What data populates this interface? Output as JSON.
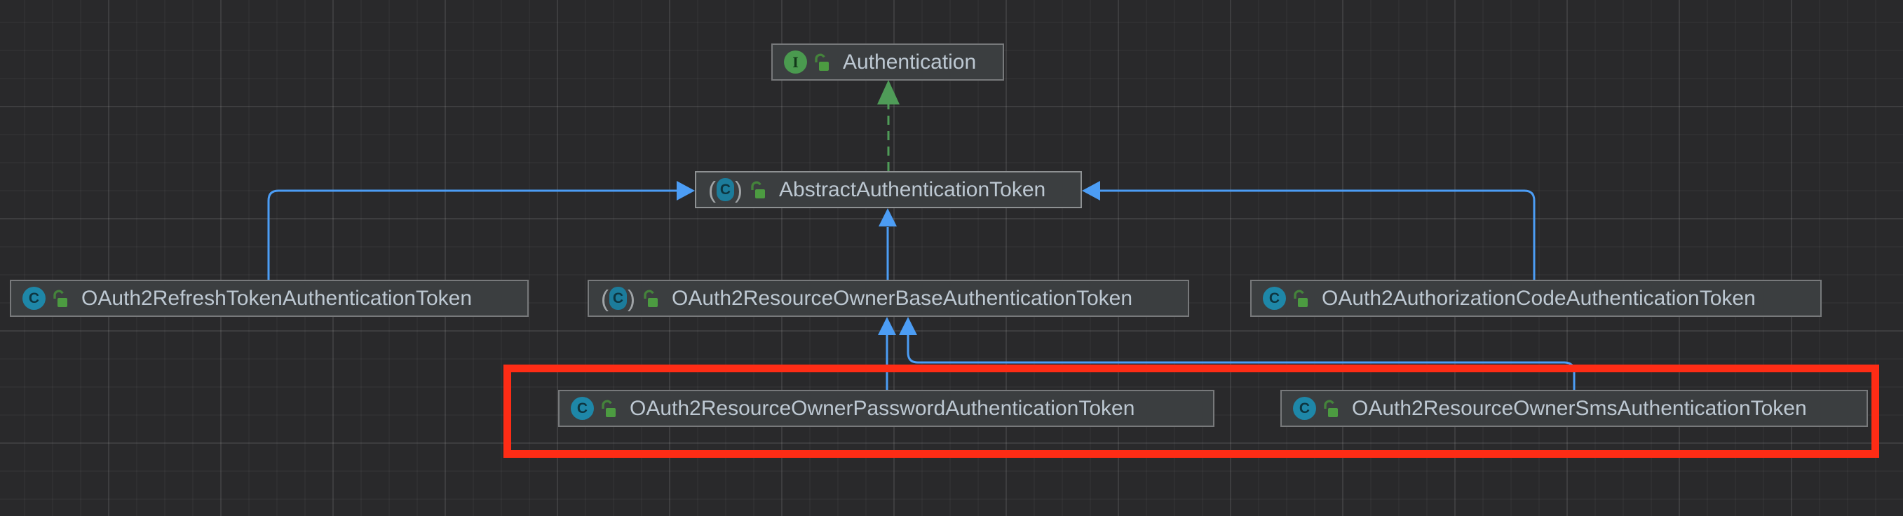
{
  "diagram": {
    "type": "uml-class-diagram",
    "nodes": [
      {
        "id": "authentication",
        "label": "Authentication",
        "stereotype": "interface",
        "visibility": "public"
      },
      {
        "id": "abstract-authentication-token",
        "label": "AbstractAuthenticationToken",
        "stereotype": "abstract-class",
        "visibility": "public"
      },
      {
        "id": "oauth2-refresh-token",
        "label": "OAuth2RefreshTokenAuthenticationToken",
        "stereotype": "class",
        "visibility": "public"
      },
      {
        "id": "oauth2-resource-owner-base",
        "label": "OAuth2ResourceOwnerBaseAuthenticationToken",
        "stereotype": "abstract-class",
        "visibility": "public"
      },
      {
        "id": "oauth2-authorization-code",
        "label": "OAuth2AuthorizationCodeAuthenticationToken",
        "stereotype": "class",
        "visibility": "public"
      },
      {
        "id": "oauth2-resource-owner-password",
        "label": "OAuth2ResourceOwnerPasswordAuthenticationToken",
        "stereotype": "class",
        "visibility": "public"
      },
      {
        "id": "oauth2-resource-owner-sms",
        "label": "OAuth2ResourceOwnerSmsAuthenticationToken",
        "stereotype": "class",
        "visibility": "public"
      }
    ],
    "edges": [
      {
        "from": "abstract-authentication-token",
        "to": "authentication",
        "relation": "implements",
        "style": "dashed-green-arrow"
      },
      {
        "from": "oauth2-refresh-token",
        "to": "abstract-authentication-token",
        "relation": "extends",
        "style": "solid-blue-arrow"
      },
      {
        "from": "oauth2-resource-owner-base",
        "to": "abstract-authentication-token",
        "relation": "extends",
        "style": "solid-blue-arrow"
      },
      {
        "from": "oauth2-authorization-code",
        "to": "abstract-authentication-token",
        "relation": "extends",
        "style": "solid-blue-arrow"
      },
      {
        "from": "oauth2-resource-owner-password",
        "to": "oauth2-resource-owner-base",
        "relation": "extends",
        "style": "solid-blue-arrow"
      },
      {
        "from": "oauth2-resource-owner-sms",
        "to": "oauth2-resource-owner-base",
        "relation": "extends",
        "style": "solid-blue-arrow"
      }
    ],
    "annotations": [
      {
        "type": "highlight-box",
        "around": [
          "oauth2-resource-owner-password",
          "oauth2-resource-owner-sms"
        ],
        "color": "#fe2c15"
      }
    ],
    "icon_letters": {
      "class": "C",
      "interface": "I",
      "paren_open": "(",
      "paren_close": ")"
    },
    "colors": {
      "background": "#29292b",
      "node_fill": "#3b3e40",
      "node_border": "#77797b",
      "node_border_selected": "#8e9193",
      "node_text": "#bdc8d2",
      "extends_edge": "#4c9df5",
      "implements_edge": "#4f9c58",
      "highlight_box": "#fe2c15",
      "class_icon": "#1e87a8",
      "abstract_class_icon": "#1c7c9b",
      "interface_icon": "#4a9a4f",
      "public_lock_icon": "#4c9b41",
      "lock_shackle": "#44833b",
      "icon_letter": "#0d3540",
      "paren": "#a0a4a7"
    }
  }
}
